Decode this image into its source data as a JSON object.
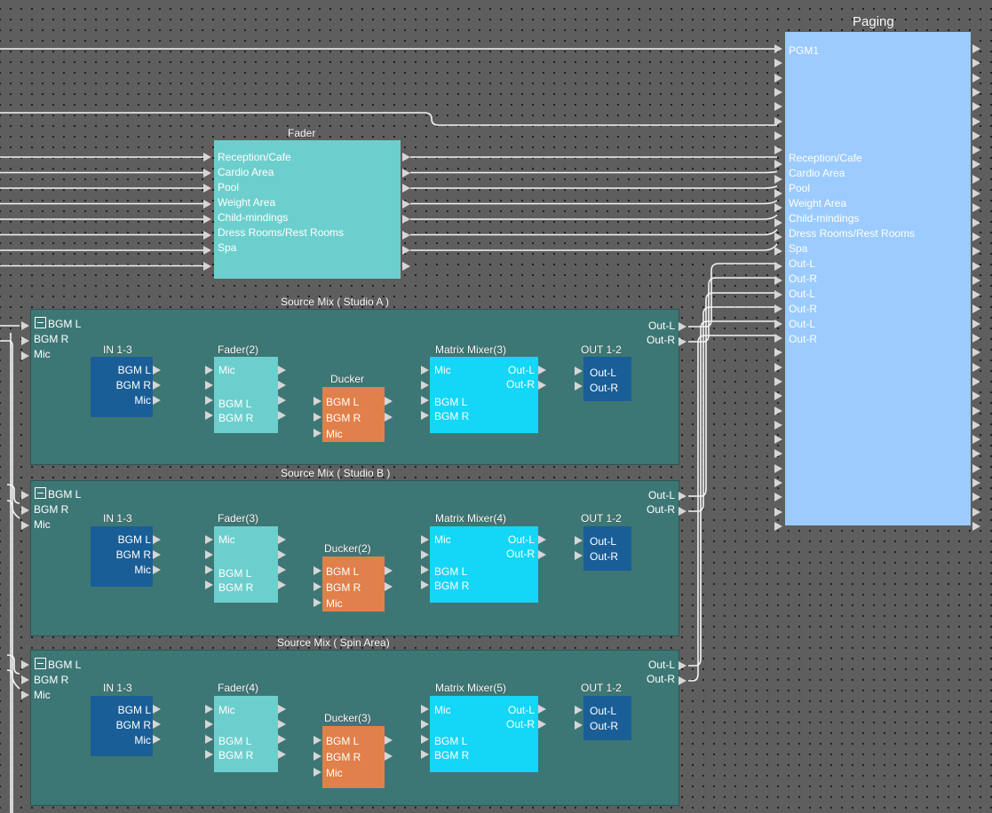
{
  "colors": {
    "background": "#5e5e5e",
    "fader": "#6ccfcd",
    "paging": "#9bcbff",
    "source_mix": "#3d7775",
    "in_block": "#1a5e98",
    "matrix": "#14d6f6",
    "ducker": "#e0804a",
    "wire": "#f4f4f4"
  },
  "paging": {
    "title": "Paging",
    "inputs": [
      "PGM1",
      "Reception/Cafe",
      "Cardio Area",
      "Pool",
      "Weight Area",
      "Child-mindings",
      "Dress Rooms/Rest Rooms",
      "Spa",
      "Out-L",
      "Out-R",
      "Out-L",
      "Out-R",
      "Out-L",
      "Out-R"
    ]
  },
  "fader": {
    "title": "Fader",
    "inputs": [
      "Reception/Cafe",
      "Cardio Area",
      "Pool",
      "Weight Area",
      "Child-mindings",
      "Dress Rooms/Rest Rooms",
      "Spa"
    ]
  },
  "mixes": [
    {
      "title": "Source Mix ( Studio A )",
      "inputs": [
        "BGM L",
        "BGM R",
        "Mic"
      ],
      "outputs": [
        "Out-L",
        "Out-R"
      ],
      "in_block": {
        "title": "IN 1-3",
        "labels": [
          "BGM L",
          "BGM R",
          "Mic"
        ]
      },
      "fader": {
        "title": "Fader(2)",
        "labels": [
          "Mic",
          "BGM L",
          "BGM R"
        ]
      },
      "ducker": {
        "title": "Ducker",
        "labels": [
          "BGM L",
          "BGM R",
          "Mic"
        ]
      },
      "matrix": {
        "title": "Matrix Mixer(3)",
        "in_labels": [
          "Mic",
          "BGM L",
          "BGM R"
        ],
        "out_labels": [
          "Out-L",
          "Out-R"
        ]
      },
      "out_block": {
        "title": "OUT 1-2",
        "labels": [
          "Out-L",
          "Out-R"
        ]
      }
    },
    {
      "title": "Source Mix ( Studio B )",
      "inputs": [
        "BGM L",
        "BGM R",
        "Mic"
      ],
      "outputs": [
        "Out-L",
        "Out-R"
      ],
      "in_block": {
        "title": "IN 1-3",
        "labels": [
          "BGM L",
          "BGM R",
          "Mic"
        ]
      },
      "fader": {
        "title": "Fader(3)",
        "labels": [
          "Mic",
          "BGM L",
          "BGM R"
        ]
      },
      "ducker": {
        "title": "Ducker(2)",
        "labels": [
          "BGM L",
          "BGM R",
          "Mic"
        ]
      },
      "matrix": {
        "title": "Matrix Mixer(4)",
        "in_labels": [
          "Mic",
          "BGM L",
          "BGM R"
        ],
        "out_labels": [
          "Out-L",
          "Out-R"
        ]
      },
      "out_block": {
        "title": "OUT 1-2",
        "labels": [
          "Out-L",
          "Out-R"
        ]
      }
    },
    {
      "title": "Source Mix ( Spin Area)",
      "inputs": [
        "BGM L",
        "BGM R",
        "Mic"
      ],
      "outputs": [
        "Out-L",
        "Out-R"
      ],
      "in_block": {
        "title": "IN 1-3",
        "labels": [
          "BGM L",
          "BGM R",
          "Mic"
        ]
      },
      "fader": {
        "title": "Fader(4)",
        "labels": [
          "Mic",
          "BGM L",
          "BGM R"
        ]
      },
      "ducker": {
        "title": "Ducker(3)",
        "labels": [
          "BGM L",
          "BGM R",
          "Mic"
        ]
      },
      "matrix": {
        "title": "Matrix Mixer(5)",
        "in_labels": [
          "Mic",
          "BGM L",
          "BGM R"
        ],
        "out_labels": [
          "Out-L",
          "Out-R"
        ]
      },
      "out_block": {
        "title": "OUT 1-2",
        "labels": [
          "Out-L",
          "Out-R"
        ]
      }
    }
  ]
}
